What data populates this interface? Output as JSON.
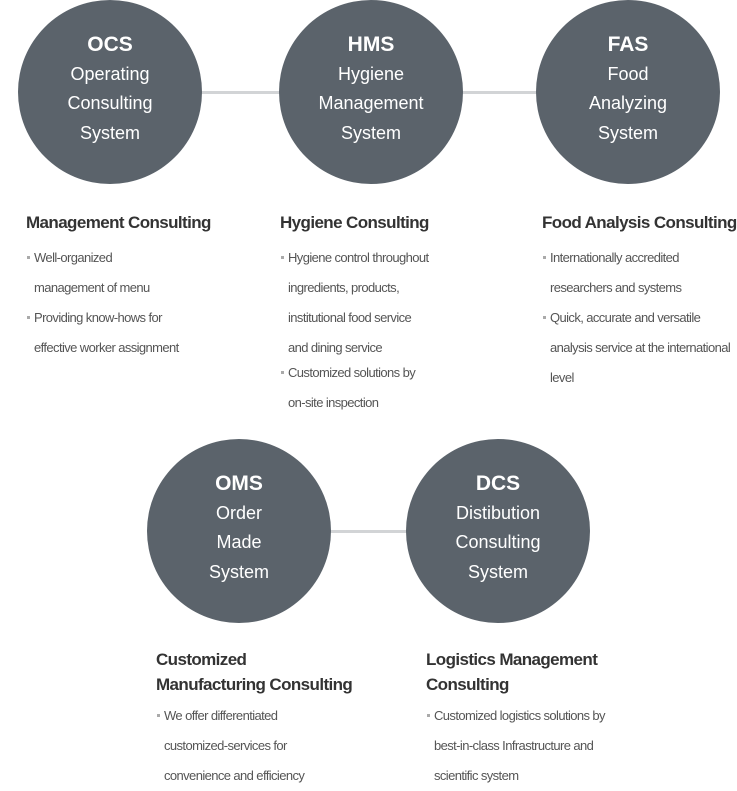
{
  "systems": [
    {
      "abbr": "OCS",
      "full": "Operating\nConsulting\nSystem",
      "heading": "Management Consulting",
      "bullets": [
        "Well-organized\nmanagement of menu",
        "Providing know-hows for\neffective worker assignment"
      ]
    },
    {
      "abbr": "HMS",
      "full": "Hygiene\nManagement\nSystem",
      "heading": "Hygiene Consulting",
      "bullets": [
        "Hygiene control throughout\ningredients, products,\ninstitutional food service\nand dining service",
        "Customized solutions by\non-site inspection"
      ]
    },
    {
      "abbr": "FAS",
      "full": "Food\nAnalyzing\nSystem",
      "heading": "Food Analysis Consulting",
      "bullets": [
        "Internationally accredited\nresearchers and systems",
        "Quick, accurate and versatile\nanalysis service at the international\nlevel"
      ]
    },
    {
      "abbr": "OMS",
      "full": "Order\nMade\nSystem",
      "heading": "Customized\nManufacturing Consulting",
      "bullets": [
        "We offer differentiated\ncustomized-services for\nconvenience and efficiency"
      ]
    },
    {
      "abbr": "DCS",
      "full": "Distibution\nConsulting\nSystem",
      "heading": "Logistics Management\nConsulting",
      "bullets": [
        "Customized logistics solutions by\nbest-in-class Infrastructure and\nscientific system"
      ]
    }
  ],
  "colors": {
    "circle": "#5b636b",
    "connector": "#d2d4d6"
  }
}
